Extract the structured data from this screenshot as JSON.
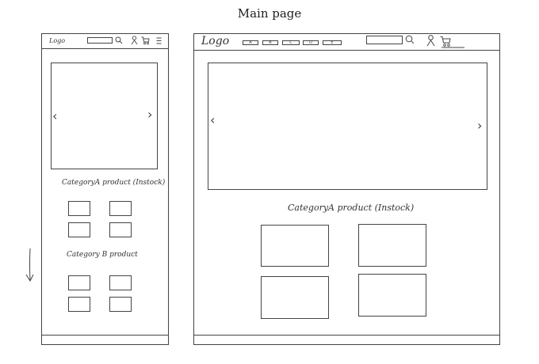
{
  "title": "Main page",
  "mobile": {
    "logo": "Logo",
    "section_a": "CategoryA product (Instock)",
    "section_b": "Category B product",
    "carousel_prev": "‹",
    "carousel_next": "›"
  },
  "desktop": {
    "logo": "Logo",
    "tabs": [
      "A",
      "B",
      "C",
      "D",
      "E"
    ],
    "section_a": "CategoryA product (Instock)",
    "carousel_prev": "‹",
    "carousel_next": "›"
  }
}
